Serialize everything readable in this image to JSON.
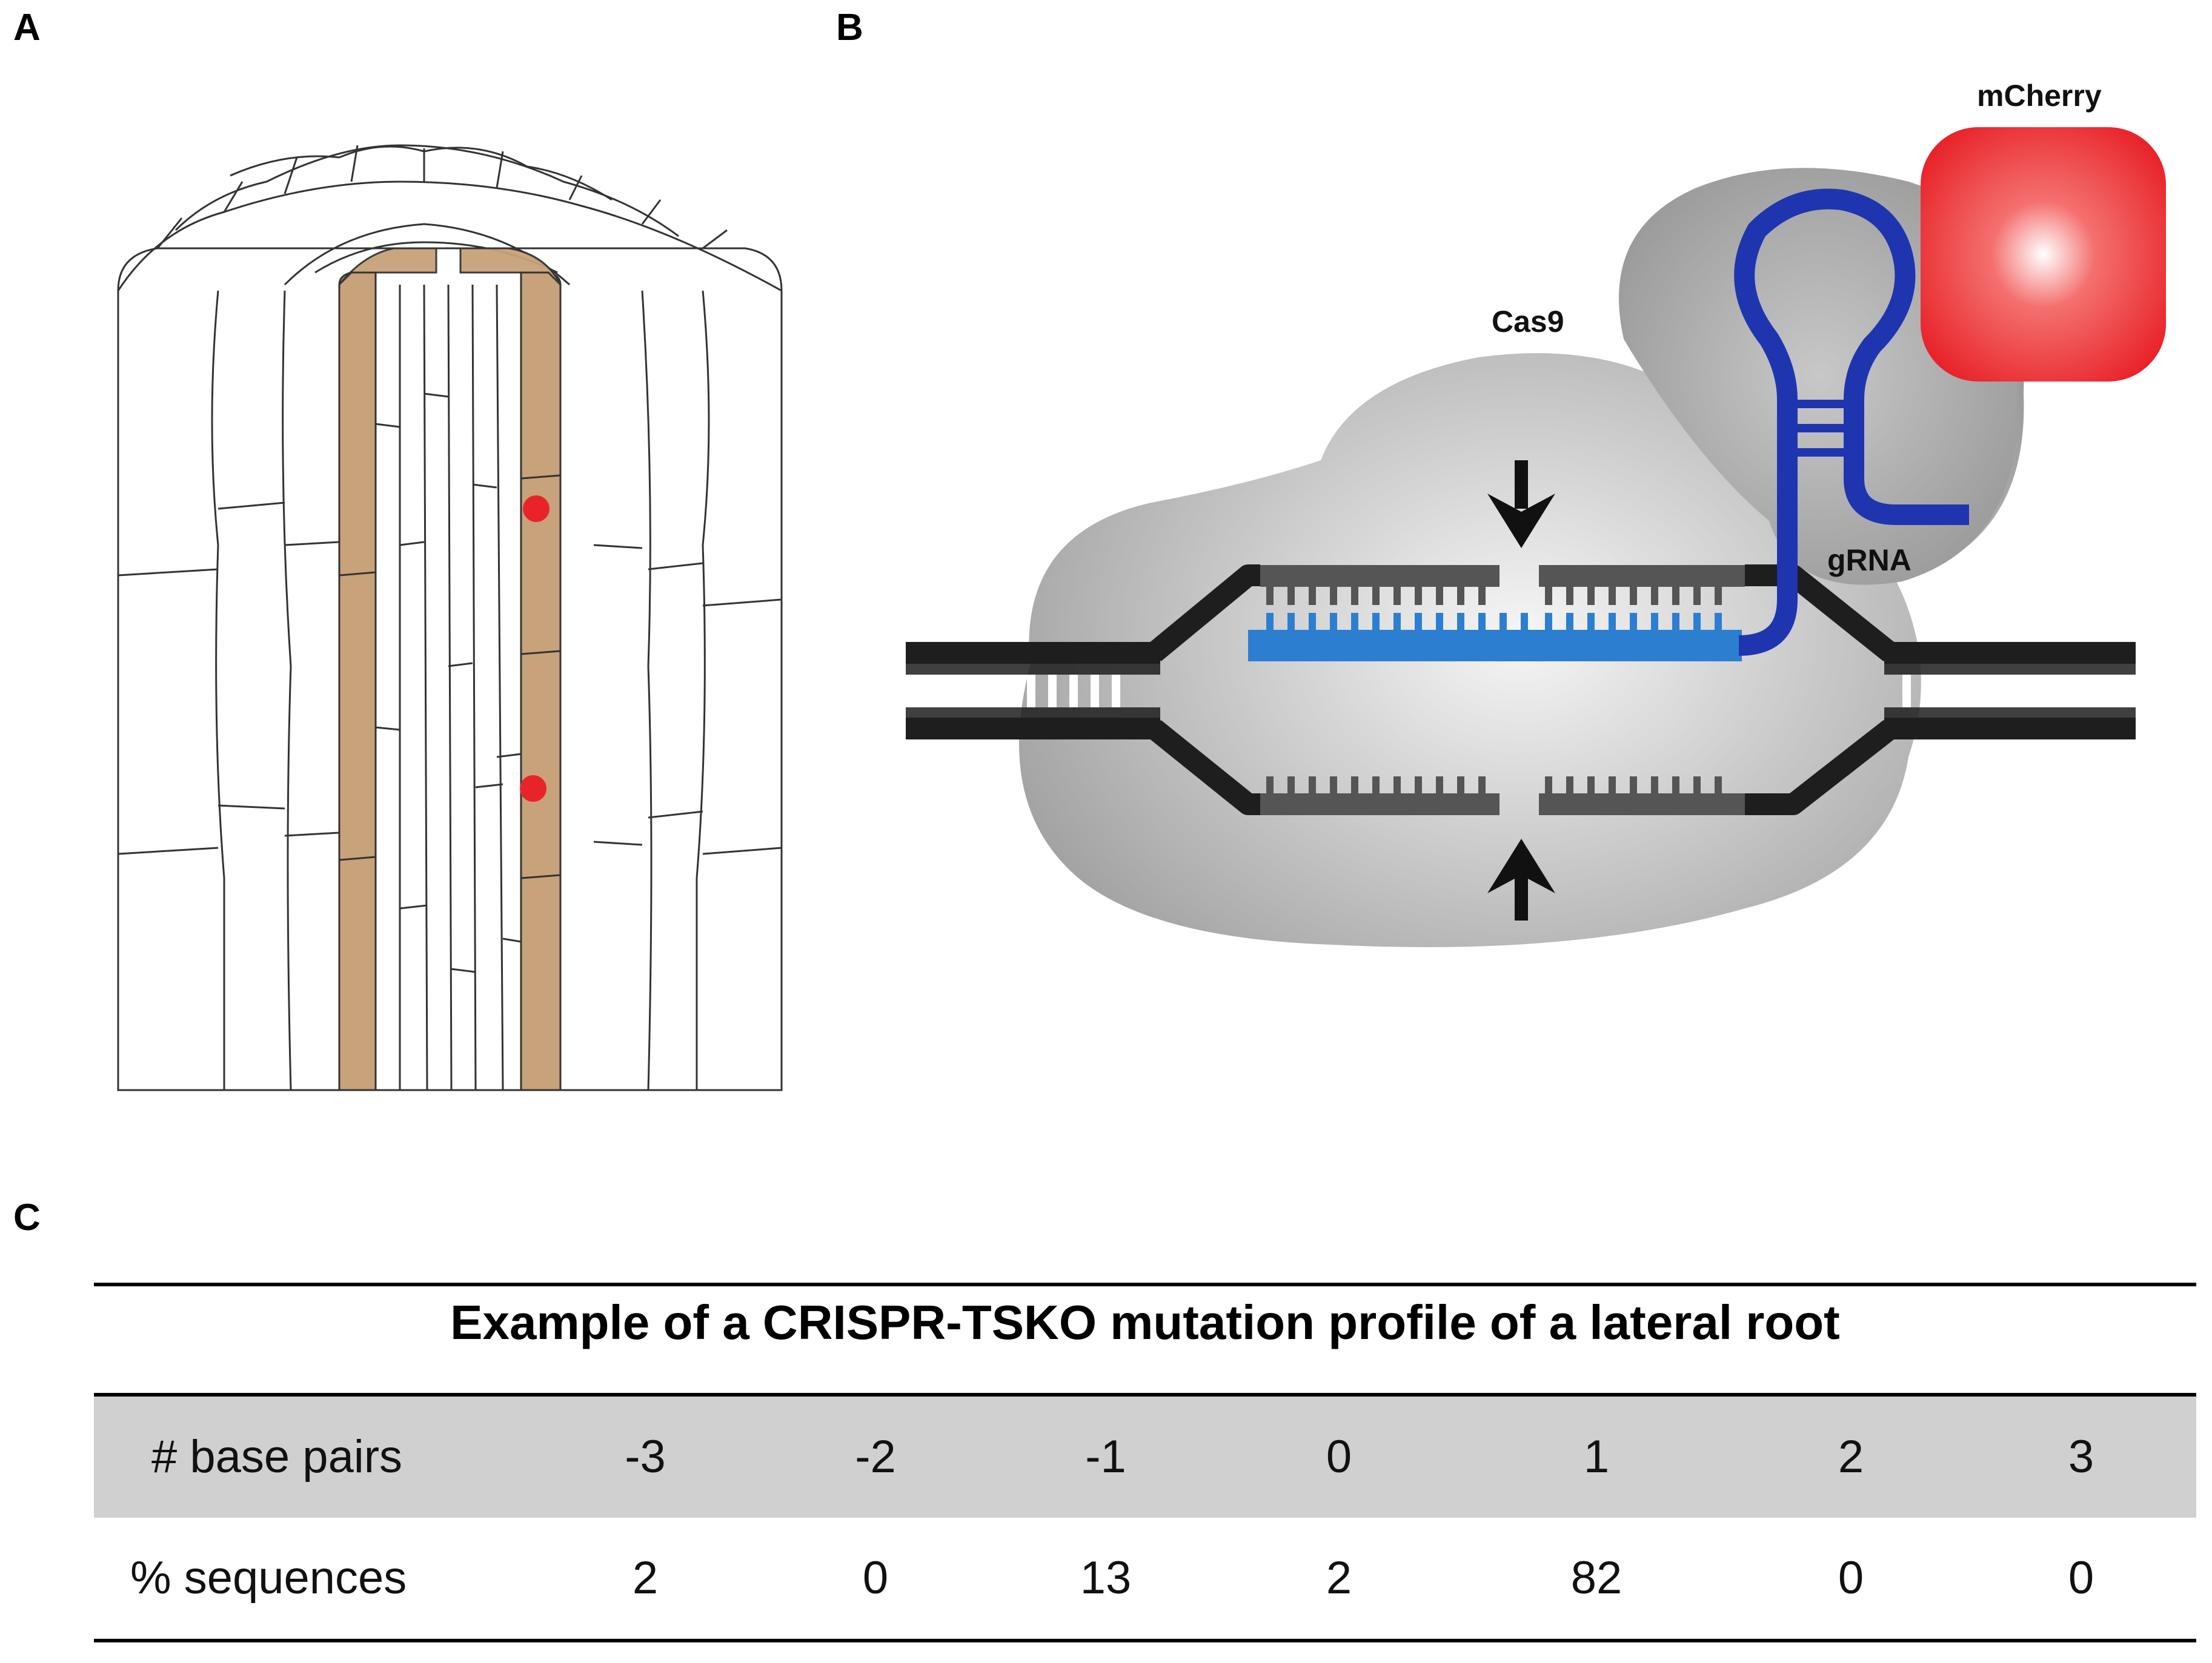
{
  "panels": {
    "a_letter": "A",
    "b_letter": "B",
    "c_letter": "C"
  },
  "diagram": {
    "cas9_label": "Cas9",
    "mcherry_label": "mCherry",
    "grna_label": "gRNA"
  },
  "colors": {
    "pericycle": "#c8a27a",
    "nucleus": "#e8242a",
    "grna": "#1f35b0",
    "target_strand": "#2c7fd0",
    "mcherry": "#e8242a",
    "dna": "#1e1e1e"
  },
  "table": {
    "title": "Example of a CRISPR-TSKO mutation profile of a lateral root",
    "header_label": "# base pairs",
    "row_label": "% sequences",
    "columns": [
      "-3",
      "-2",
      "-1",
      "0",
      "1",
      "2",
      "3"
    ],
    "values": [
      "2",
      "0",
      "13",
      "2",
      "82",
      "0",
      "0"
    ]
  }
}
